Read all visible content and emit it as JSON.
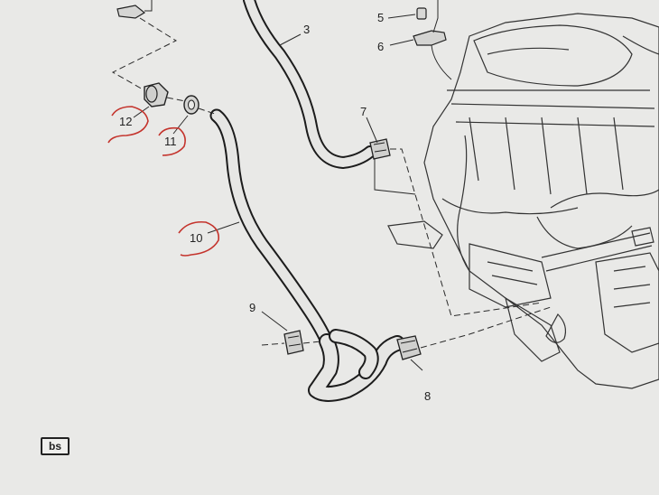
{
  "diagram": {
    "callouts": [
      {
        "id": "3",
        "label": "3"
      },
      {
        "id": "5",
        "label": "5"
      },
      {
        "id": "6",
        "label": "6"
      },
      {
        "id": "7",
        "label": "7"
      },
      {
        "id": "8",
        "label": "8"
      },
      {
        "id": "9",
        "label": "9"
      },
      {
        "id": "10",
        "label": "10"
      },
      {
        "id": "11",
        "label": "11"
      },
      {
        "id": "12",
        "label": "12"
      }
    ],
    "circled_callouts": [
      "10",
      "11",
      "12"
    ],
    "circle_color": "#c4332c",
    "line_color": "#1c1c1c",
    "paper_color": "#e9e9e7"
  },
  "corner_code": "bs"
}
